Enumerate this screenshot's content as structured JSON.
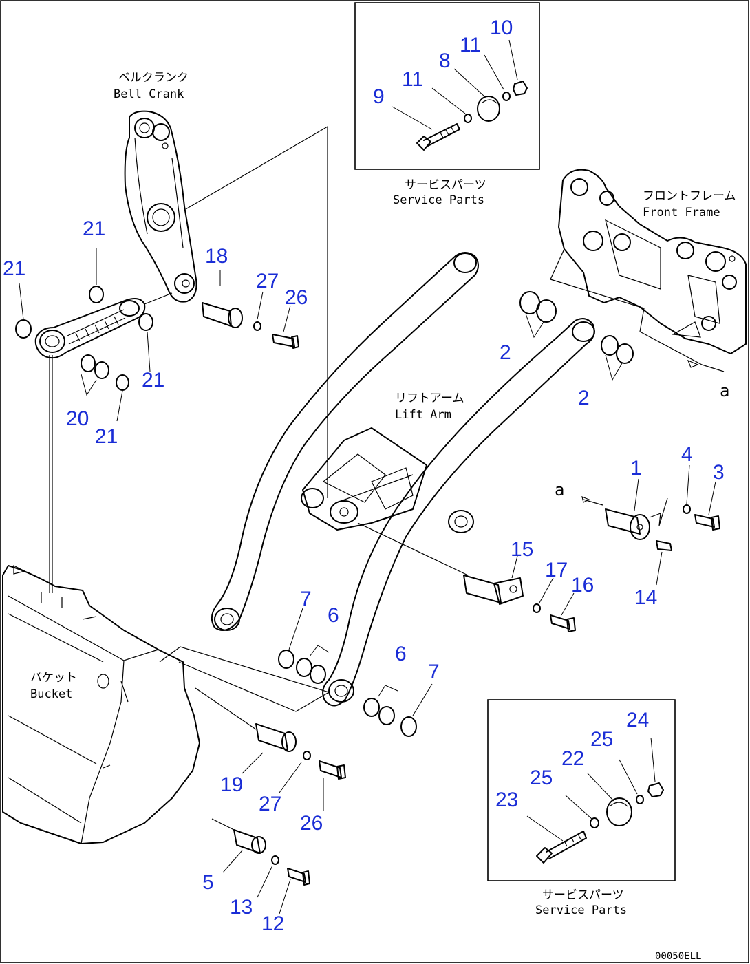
{
  "labels": {
    "bell_crank_jp": "ベルクランク",
    "bell_crank_en": "Bell Crank",
    "service_parts_top_jp": "サービスパーツ",
    "service_parts_top_en": "Service Parts",
    "front_frame_jp": "フロントフレーム",
    "front_frame_en": "Front Frame",
    "lift_arm_jp": "リフトアーム",
    "lift_arm_en": "Lift Arm",
    "bucket_jp": "バケット",
    "bucket_en": "Bucket",
    "service_parts_bottom_jp": "サービスパーツ",
    "service_parts_bottom_en": "Service Parts",
    "ref_a_right": "a",
    "ref_a_left": "a",
    "drawing_code": "00050ELL"
  },
  "callouts": {
    "c10": "10",
    "c11a": "11",
    "c8": "8",
    "c11b": "11",
    "c9": "9",
    "c21a": "21",
    "c21b": "21",
    "c18": "18",
    "c27a": "27",
    "c26a": "26",
    "c21c": "21",
    "c20": "20",
    "c21d": "21",
    "c2a": "2",
    "c2b": "2",
    "c1": "1",
    "c4": "4",
    "c3": "3",
    "c14": "14",
    "c15": "15",
    "c17": "17",
    "c16": "16",
    "c7a": "7",
    "c6a": "6",
    "c6b": "6",
    "c7b": "7",
    "c19": "19",
    "c27b": "27",
    "c26b": "26",
    "c5": "5",
    "c13": "13",
    "c12": "12",
    "c24": "24",
    "c25a": "25",
    "c22": "22",
    "c25b": "25",
    "c23": "23"
  },
  "colors": {
    "callout": "#1a2dd6",
    "line": "#000000",
    "background": "#ffffff"
  }
}
